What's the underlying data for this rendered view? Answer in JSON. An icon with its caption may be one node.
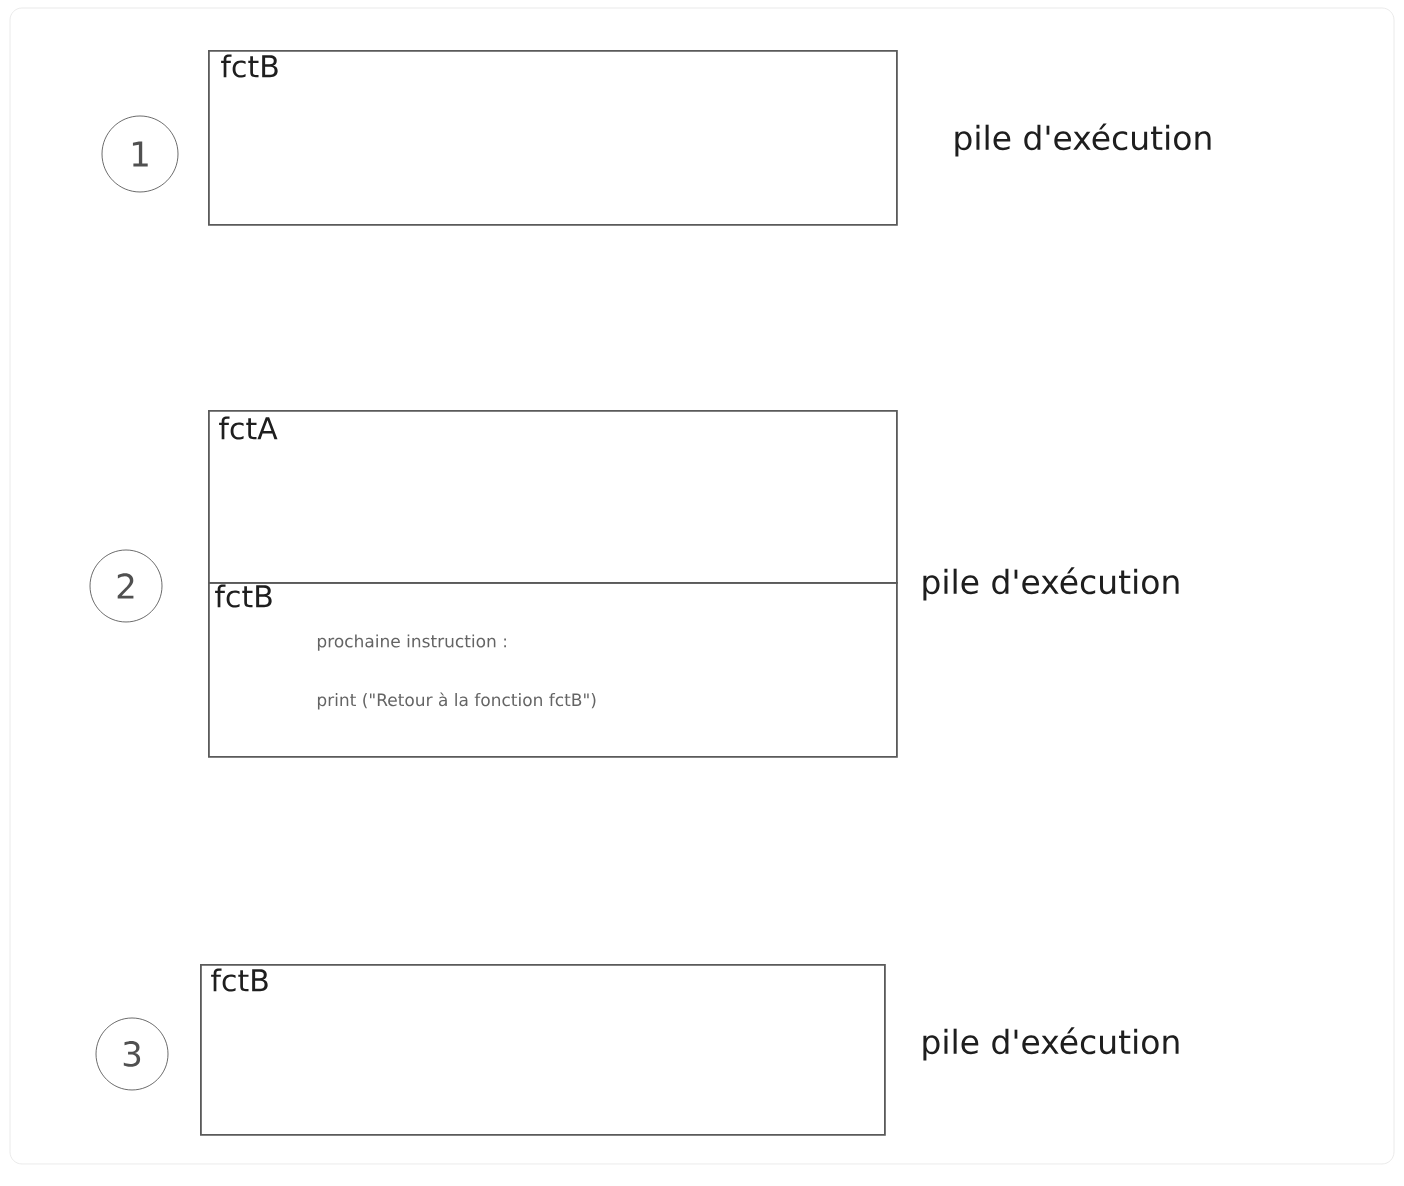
{
  "diagram": {
    "nodes": [
      {
        "text": [
          "1"
        ]
      },
      {
        "text": [
          "fctB"
        ],
        "beside": [
          "pile d'exécution"
        ]
      },
      {
        "text": [
          "2"
        ]
      },
      {
        "text": [
          "fctA"
        ],
        "beside": [
          "pile d'exécution"
        ]
      },
      {
        "text": [
          "fctB",
          "prochaine instruction :",
          "print (\"Retour à la fonction fctB\")"
        ]
      },
      {
        "text": [
          "3"
        ]
      },
      {
        "text": [
          "fctB"
        ],
        "beside": [
          "pile d'exécution"
        ]
      }
    ]
  }
}
